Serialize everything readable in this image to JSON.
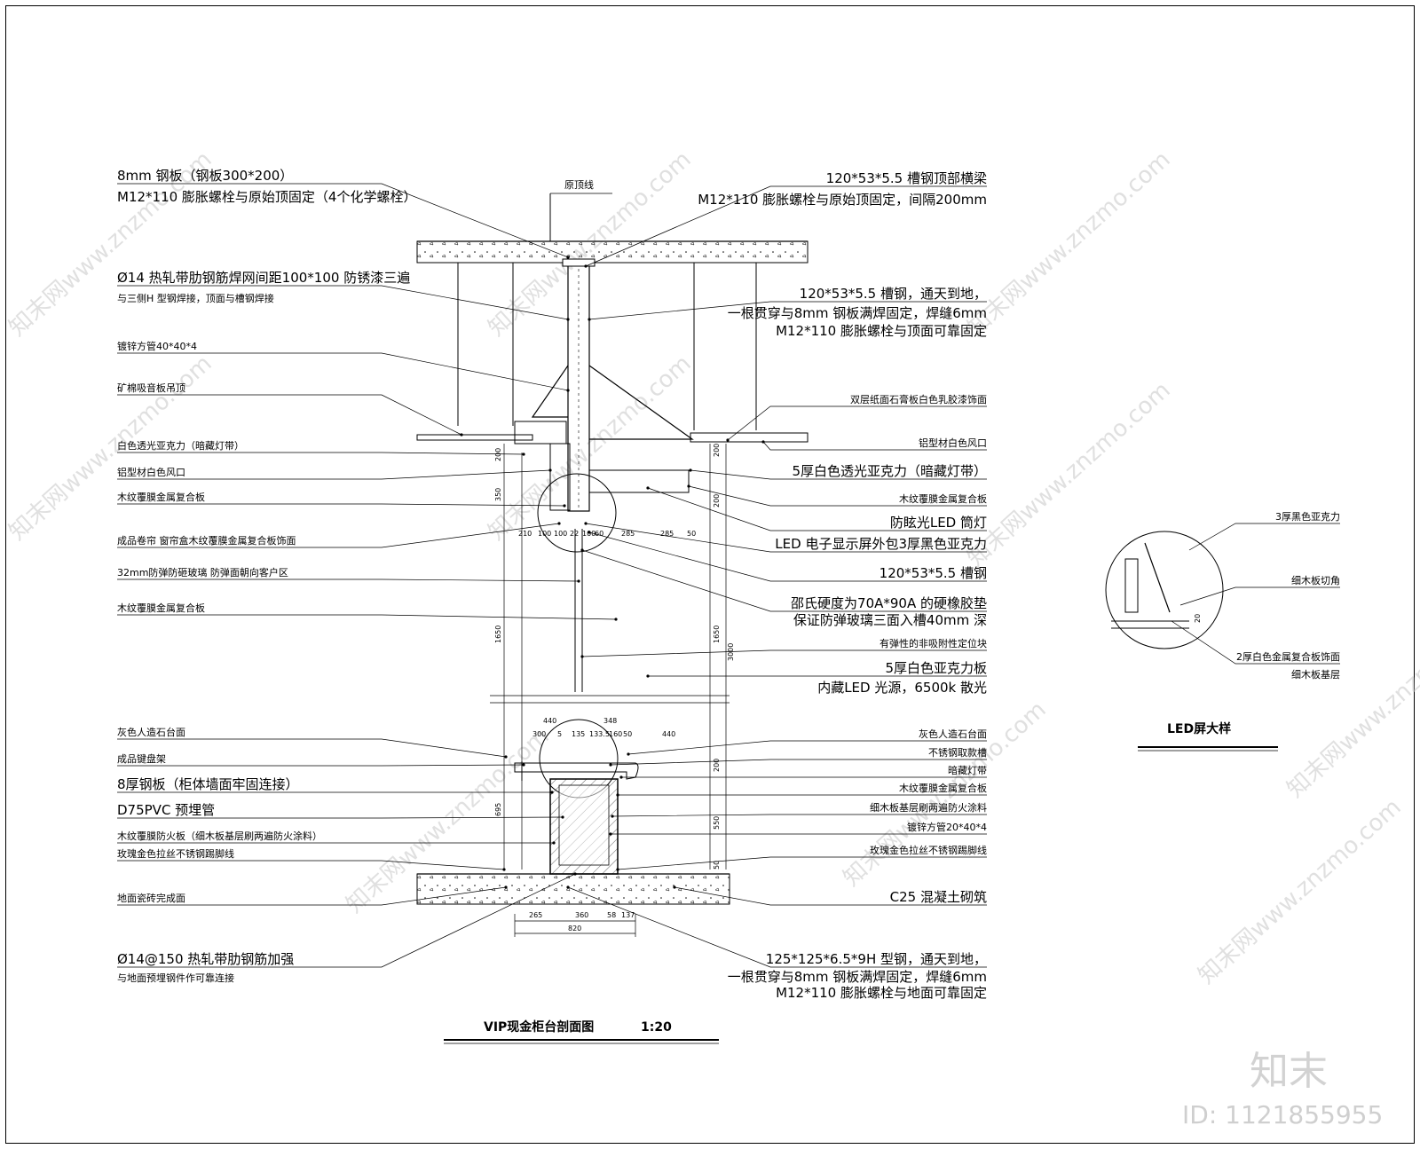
{
  "drawing": {
    "main_title": "VIP现金柜台剖面图",
    "main_scale": "1:20",
    "detail_title": "LED屏大样",
    "top_marker": "原顶线"
  },
  "left_labels": [
    {
      "key": "l1",
      "text": "8mm 钢板（钢板300*200）",
      "big": true
    },
    {
      "key": "l2",
      "text": "M12*110 膨胀螺栓与原始顶固定（4个化学螺栓）",
      "big": true
    },
    {
      "key": "l3",
      "text": "Ø14 热轧带肋钢筋焊网间距100*100 防锈漆三遍",
      "big": true
    },
    {
      "key": "l4",
      "text": "与三侧H 型钢焊接，顶面与槽钢焊接",
      "big": false
    },
    {
      "key": "l5",
      "text": "镀锌方管40*40*4",
      "big": false
    },
    {
      "key": "l6",
      "text": "矿棉吸音板吊顶",
      "big": false
    },
    {
      "key": "l7",
      "text": "白色透光亚克力（暗藏灯带）",
      "big": false
    },
    {
      "key": "l8",
      "text": "铝型材白色风口",
      "big": false
    },
    {
      "key": "l9",
      "text": "木纹覆膜金属复合板",
      "big": false
    },
    {
      "key": "l10",
      "text": "成品卷帘 窗帘盒木纹覆膜金属复合板饰面",
      "big": false
    },
    {
      "key": "l11",
      "text": "32mm防弹防砸玻璃 防弹面朝向客户区",
      "big": false
    },
    {
      "key": "l12",
      "text": "木纹覆膜金属复合板",
      "big": false
    },
    {
      "key": "l13",
      "text": "灰色人造石台面",
      "big": false
    },
    {
      "key": "l14",
      "text": "成品键盘架",
      "big": false
    },
    {
      "key": "l15",
      "text": "8厚钢板（柜体墙面牢固连接）",
      "big": true
    },
    {
      "key": "l16",
      "text": "D75PVC 预埋管",
      "big": true
    },
    {
      "key": "l17",
      "text": "木纹覆膜防火板（细木板基层刷两遍防火涂料）",
      "big": false
    },
    {
      "key": "l18",
      "text": "玫瑰金色拉丝不锈钢踢脚线",
      "big": false
    },
    {
      "key": "l19",
      "text": "地面瓷砖完成面",
      "big": false
    },
    {
      "key": "l20",
      "text": "Ø14@150 热轧带肋钢筋加强",
      "big": true
    },
    {
      "key": "l21",
      "text": "与地面预埋钢件作可靠连接",
      "big": false
    }
  ],
  "right_labels": [
    {
      "key": "r1",
      "text": "120*53*5.5 槽钢顶部横梁",
      "big": true
    },
    {
      "key": "r2",
      "text": "M12*110 膨胀螺栓与原始顶固定，间隔200mm",
      "big": true
    },
    {
      "key": "r3",
      "text": "120*53*5.5 槽钢，通天到地，",
      "big": true
    },
    {
      "key": "r4",
      "text": "一根贯穿与8mm 钢板满焊固定，焊缝6mm",
      "big": true
    },
    {
      "key": "r5",
      "text": "M12*110 膨胀螺栓与顶面可靠固定",
      "big": true
    },
    {
      "key": "r6",
      "text": "双层纸面石膏板白色乳胶漆饰面",
      "big": false
    },
    {
      "key": "r7",
      "text": "铝型材白色风口",
      "big": false
    },
    {
      "key": "r8",
      "text": "5厚白色透光亚克力（暗藏灯带）",
      "big": true
    },
    {
      "key": "r9",
      "text": "木纹覆膜金属复合板",
      "big": false
    },
    {
      "key": "r10",
      "text": "防眩光LED 筒灯",
      "big": true
    },
    {
      "key": "r11",
      "text": "LED 电子显示屏外包3厚黑色亚克力",
      "big": true
    },
    {
      "key": "r12",
      "text": "120*53*5.5 槽钢",
      "big": true
    },
    {
      "key": "r13",
      "text": "邵氏硬度为70A*90A 的硬橡胶垫",
      "big": true
    },
    {
      "key": "r14",
      "text": "保证防弹玻璃三面入槽40mm 深",
      "big": true
    },
    {
      "key": "r15",
      "text": "有弹性的非吸附性定位块",
      "big": false
    },
    {
      "key": "r16",
      "text": "5厚白色亚克力板",
      "big": true
    },
    {
      "key": "r17",
      "text": "内藏LED 光源，6500k 散光",
      "big": true
    },
    {
      "key": "r18",
      "text": "灰色人造石台面",
      "big": false
    },
    {
      "key": "r19",
      "text": "不锈钢取款槽",
      "big": false
    },
    {
      "key": "r20",
      "text": "暗藏灯带",
      "big": false
    },
    {
      "key": "r21",
      "text": "木纹覆膜金属复合板",
      "big": false
    },
    {
      "key": "r22",
      "text": "细木板基层刷两遍防火涂料",
      "big": false
    },
    {
      "key": "r23",
      "text": "镀锌方管20*40*4",
      "big": false
    },
    {
      "key": "r24",
      "text": "玫瑰金色拉丝不锈钢踢脚线",
      "big": false
    },
    {
      "key": "r25",
      "text": "C25 混凝土砌筑",
      "big": true
    },
    {
      "key": "r26",
      "text": "125*125*6.5*9H 型钢，通天到地，",
      "big": true
    },
    {
      "key": "r27",
      "text": "一根贯穿与8mm 钢板满焊固定，焊缝6mm",
      "big": true
    },
    {
      "key": "r28",
      "text": "M12*110 膨胀螺栓与地面可靠固定",
      "big": true
    }
  ],
  "detail_labels": [
    {
      "key": "d1",
      "text": "3厚黑色亚克力"
    },
    {
      "key": "d2",
      "text": "细木板切角"
    },
    {
      "key": "d3",
      "text": "2厚白色金属复合板饰面"
    },
    {
      "key": "d4",
      "text": "细木板基层"
    }
  ],
  "dimensions": {
    "upper_row": [
      "210",
      "100",
      "100",
      "22",
      "100",
      "60",
      "285",
      "285",
      "50"
    ],
    "counter_top": [
      "440",
      "348",
      "300",
      "5",
      "135",
      "133.5",
      "160",
      "50",
      "440"
    ],
    "bottom_row": [
      "265",
      "360",
      "58",
      "137"
    ],
    "bottom_total": "820",
    "vertical_left": [
      "200",
      "350",
      "1650",
      "695"
    ],
    "vertical_right": [
      "200",
      "200",
      "1650",
      "3000",
      "200",
      "550",
      "50"
    ],
    "detail": [
      "20"
    ]
  },
  "watermarks": [
    "知末网www.znzmo.com"
  ],
  "branding": {
    "logo": "知末",
    "id": "ID: 1121855955"
  }
}
